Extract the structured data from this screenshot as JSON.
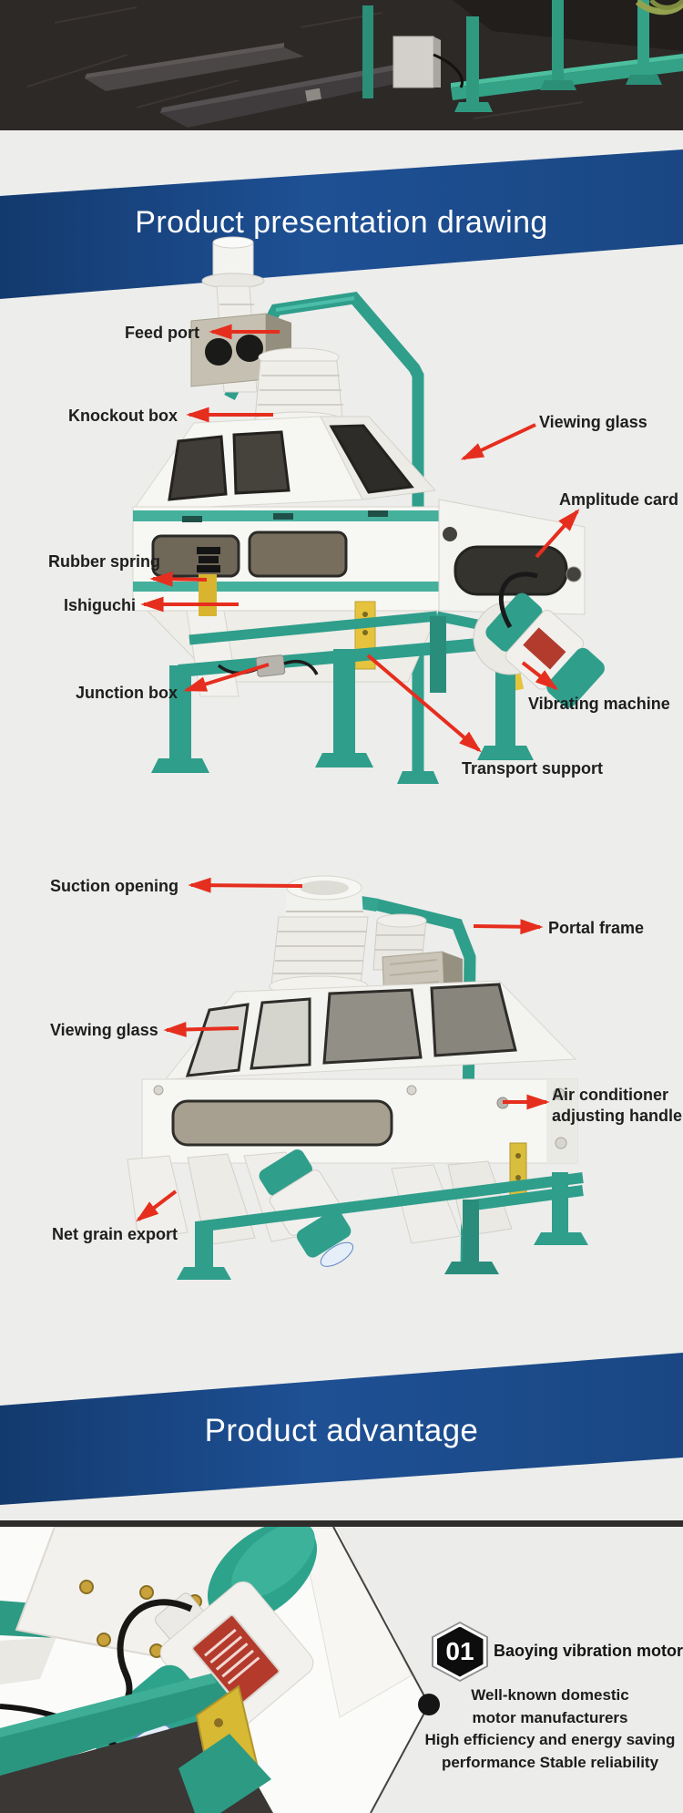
{
  "banners": {
    "presentation": "Product presentation drawing",
    "advantage": "Product advantage"
  },
  "diagram1": {
    "feed_port": "Feed port",
    "knockout_box": "Knockout box",
    "viewing_glass": "Viewing glass",
    "amplitude_card": "Amplitude card",
    "rubber_spring": "Rubber spring",
    "ishiguchi": "Ishiguchi",
    "junction_box": "Junction box",
    "vibrating_machine": "Vibrating machine",
    "transport_support": "Transport support"
  },
  "diagram2": {
    "suction_opening": "Suction opening",
    "portal_frame": "Portal frame",
    "viewing_glass": "Viewing glass",
    "air_handle_line1": "Air conditioner",
    "air_handle_line2": "adjusting handle",
    "net_grain_export": "Net grain export"
  },
  "advantage": {
    "number": "01",
    "title": "Baoying vibration motor",
    "lines": [
      "Well-known domestic",
      "motor manufacturers",
      "High efficiency and energy saving",
      "performance Stable reliability"
    ]
  },
  "colors": {
    "banner_blue": "#1c4d8e",
    "arrow_red": "#e62e1e",
    "machine_teal": "#2f9e8b",
    "background_gray": "#ededeb",
    "badge_black": "#0d0d0d"
  }
}
